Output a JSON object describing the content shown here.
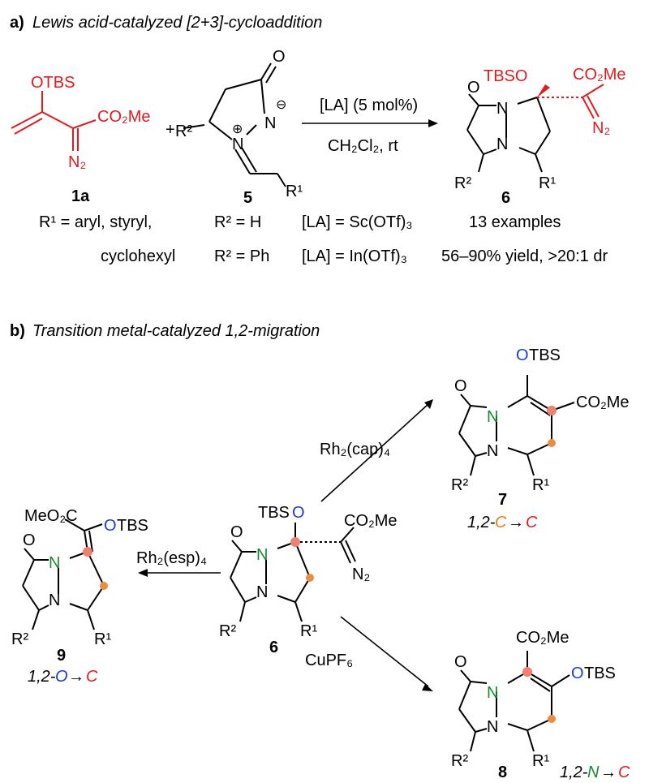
{
  "section_a": {
    "label": "a)",
    "title": "Lewis acid-catalyzed [2+3]-cycloaddition",
    "compound_1a": {
      "number": "1a",
      "group_top": "OTBS",
      "ester": "CO₂Me",
      "diazo": "N₂"
    },
    "plus": "+",
    "compound_5": {
      "number": "5",
      "oxo": "O",
      "r2": "R²",
      "r1": "R¹",
      "charge_plus": "⊕",
      "charge_minus": "⊖",
      "n_top": "N",
      "n_bottom": "N"
    },
    "conditions_top": "[LA] (5 mol%)",
    "conditions_bottom": "CH₂Cl₂, rt",
    "compound_6": {
      "number": "6",
      "oxo": "O",
      "otbs": "TBSO",
      "ester": "CO₂Me",
      "diazo": "N₂",
      "r2": "R²",
      "r1": "R¹"
    },
    "notes_row1": {
      "r1": "R¹ = aryl, styryl,",
      "r2": "R² = H",
      "la": "[LA] = Sc(OTf)₃",
      "scope": "13 examples"
    },
    "notes_row2": {
      "r1": "cyclohexyl",
      "r2": "R² = Ph",
      "la": "[LA] = In(OTf)₃",
      "scope": "56–90% yield, >20:1 dr"
    }
  },
  "section_b": {
    "label": "b)",
    "title": "Transition metal-catalyzed 1,2-migration",
    "center_6": {
      "number": "6",
      "oxo": "O",
      "tbs": "TBS",
      "o": "O",
      "ester": "CO₂Me",
      "diazo": "N₂",
      "r2": "R²",
      "r1": "R¹"
    },
    "cmpd_7": {
      "number": "7",
      "oxo": "O",
      "o": "O",
      "tbs": "TBS",
      "ester": "CO₂Me",
      "r2": "R²",
      "r1": "R¹",
      "mig_prefix": "1,2-",
      "mig_from": "C",
      "mig_arrow": "→",
      "mig_to": "C"
    },
    "cmpd_8": {
      "number": "8",
      "oxo": "O",
      "ester": "CO₂Me",
      "o": "O",
      "tbs": "TBS",
      "r2": "R²",
      "r1": "R¹",
      "mig_prefix": "1,2-",
      "mig_from": "N",
      "mig_arrow": "→",
      "mig_to": "C"
    },
    "cmpd_9": {
      "number": "9",
      "oxo": "O",
      "ester": "MeO₂C",
      "o": "O",
      "tbs": "TBS",
      "r2": "R²",
      "r1": "R¹",
      "mig_prefix": "1,2-",
      "mig_from": "O",
      "mig_arrow": "→",
      "mig_to": "C"
    },
    "reagent_7": "Rh₂(cap)₄",
    "reagent_9": "Rh₂(esp)₄",
    "reagent_8": "CuPF₆",
    "atom_n": "N"
  },
  "colors": {
    "red": "#e41a1c",
    "blue": "#1e3cd2",
    "green": "#1a8a2e",
    "orange": "#f07a14"
  }
}
